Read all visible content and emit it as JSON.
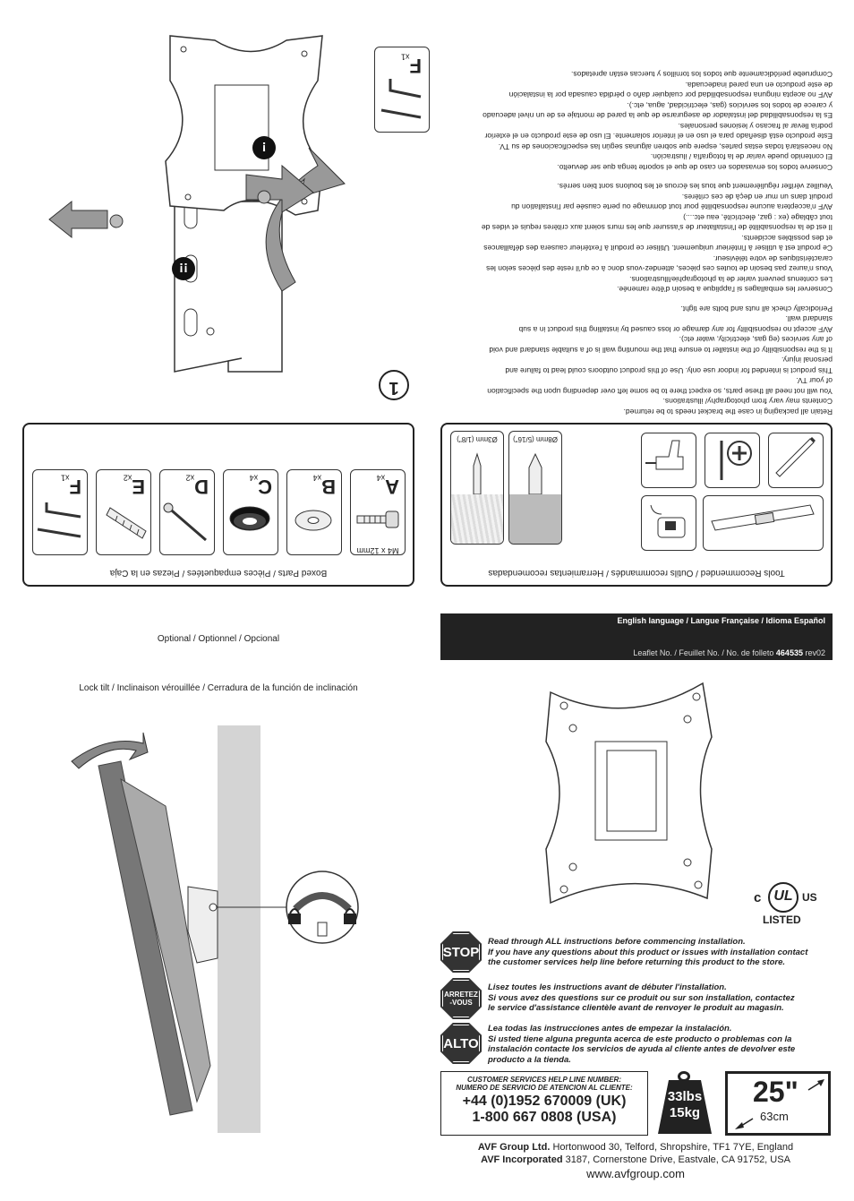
{
  "step_number": "1",
  "fixing_set_label": "F",
  "fixing_set_qty": "x1",
  "safety_text": {
    "spanish": [
      "Conserve todos los envasados en caso de que el soporte tenga que ser devuelto.",
      "El contenido puede variar de la fotografía / ilustración.",
      "No necesitará todas estas partes, espere que sobren algunas según las especificaciones de su TV.",
      "Este producto está diseñado para el uso en el interior solamente. El uso de este producto en el exterior",
      "podría llevar al fracaso y lesiones personales.",
      "Es la responsabilidad del instalador de asegurarse de que la pared de montaje es de un nivel adecuado",
      "y carece de todos los servicios (gas, electricidad, agua, etc.).",
      "AVF no acepta ninguna responsabilidad por cualquier daño o pérdida causada por la instalación",
      "de este producto en una pared inadecuada.",
      "Compruebe periódicamente que todos los tornillos y tuercas están apretados."
    ],
    "french": [
      "Conserver les emballages si l'applique a besoin d'être ramenée.",
      "Les contenus peuvent varier de la photographie/illustrations.",
      "Vous n'aurez pas besoin de toutes ces pièces, attendez-vous donc à ce qu'il reste des pièces selon les",
      "caractéristiques de votre téléviseur.",
      "Ce produit est à utiliser à l'intérieur uniquement. Utiliser ce produit à l'extérieur causera des défaillances",
      "et des possibles accidents.",
      "Il est de la responsabilité de l'installateur de s'assurer que les murs soient aux critères requis et vides de",
      "tout câblage (ex : gaz, électricité, eau etc....)",
      "AVF n'acceptera aucune responsabilité pour tout dommage ou perte causée par l'installation du",
      "produit dans un mur en deçà de ces critères.",
      "Veuillez vérifier régulièrement que tous les écrous et les boulons sont bien serrés."
    ],
    "english": [
      "Retain all packaging in case the bracket needs to be returned.",
      "Contents may vary from photography/ illustrations.",
      "You will not need all these parts, so expect there to be some left over depending upon the specification",
      "of your TV.",
      "This product is intended for indoor use only. Use of this product outdoors could lead to failure and",
      "personal injury.",
      "It is the responsibility of the installer to ensure that the mounting wall is of a suitable standard and void",
      "of any services (eg gas, electricity, water etc).",
      "AVF accept no responsibility for any damage or loss caused by installing this product in a sub",
      "standard wall.",
      "Periodically check all nuts and bolts are tight."
    ]
  },
  "boxed_parts": {
    "title": "Boxed Parts / Pièces empaquetées / Piezas en la Caja",
    "spec": "M4 x 12mm",
    "items": [
      {
        "letter": "A",
        "qty": "x4"
      },
      {
        "letter": "B",
        "qty": "x4"
      },
      {
        "letter": "C",
        "qty": "x4"
      },
      {
        "letter": "D",
        "qty": "x2"
      },
      {
        "letter": "E",
        "qty": "x2"
      },
      {
        "letter": "F",
        "qty": "x1"
      }
    ]
  },
  "tools": {
    "title": "Tools Recommended / Outils recommandés / Herramientas recomendadas",
    "drill_8": "Ø8mm (5/16\")",
    "drill_3": "Ø3mm (1/8\")"
  },
  "header": {
    "languages": "English language / Langue Française / Idioma Español",
    "leaflet_prefix": "Leaflet No. / Feuillet No. / No. de folleto",
    "leaflet_no": "464535",
    "revision": "rev02"
  },
  "optional_label": "Optional / Optionnel / Opcional",
  "lock_tilt_label": "Lock tilt / Inclinaison vérouillée / Cerradura de la función de inclinación",
  "certification": {
    "c": "c",
    "ul": "UL",
    "us": "US",
    "listed": "LISTED"
  },
  "warnings": [
    {
      "sign": "STOP",
      "lines": [
        "Read through ALL instructions before commencing installation.",
        "If you have any questions about this product or issues with installation contact",
        "the customer services help line before returning this product to the store."
      ]
    },
    {
      "sign": "ARRETEZ -VOUS",
      "lines": [
        "Lisez toutes les instructions avant de débuter l'installation.",
        "Si vous avez des questions sur ce produit ou sur son installation, contactez",
        "le service d'assistance clientèle avant de renvoyer le produit au magasin."
      ]
    },
    {
      "sign": "ALTO",
      "lines": [
        "Lea todas las instrucciones antes de empezar la instalación.",
        "Si usted tiene alguna pregunta acerca de este producto o problemas con la",
        "instalación contacte los servicios de ayuda al cliente antes de devolver este",
        "producto a la tienda."
      ]
    }
  ],
  "helpline": {
    "title1": "CUSTOMER SERVICES HELP LINE NUMBER:",
    "title2": "NUMERO DE SERVICIO DE ATENCION AL CLIENTE:",
    "uk": "+44 (0)1952 670009 (UK)",
    "usa": "1-800 667 0808 (USA)"
  },
  "weight": {
    "lbs": "33lbs",
    "kg": "15kg"
  },
  "screen": {
    "inches": "25\"",
    "cm": "63cm"
  },
  "company": {
    "uk_name": "AVF Group Ltd.",
    "uk_address": "Hortonwood 30, Telford, Shropshire, TF1 7YE, England",
    "us_name": "AVF Incorporated",
    "us_address": "3187, Cornerstone Drive, Eastvale, CA 91752, USA",
    "website": "www.avfgroup.com"
  }
}
